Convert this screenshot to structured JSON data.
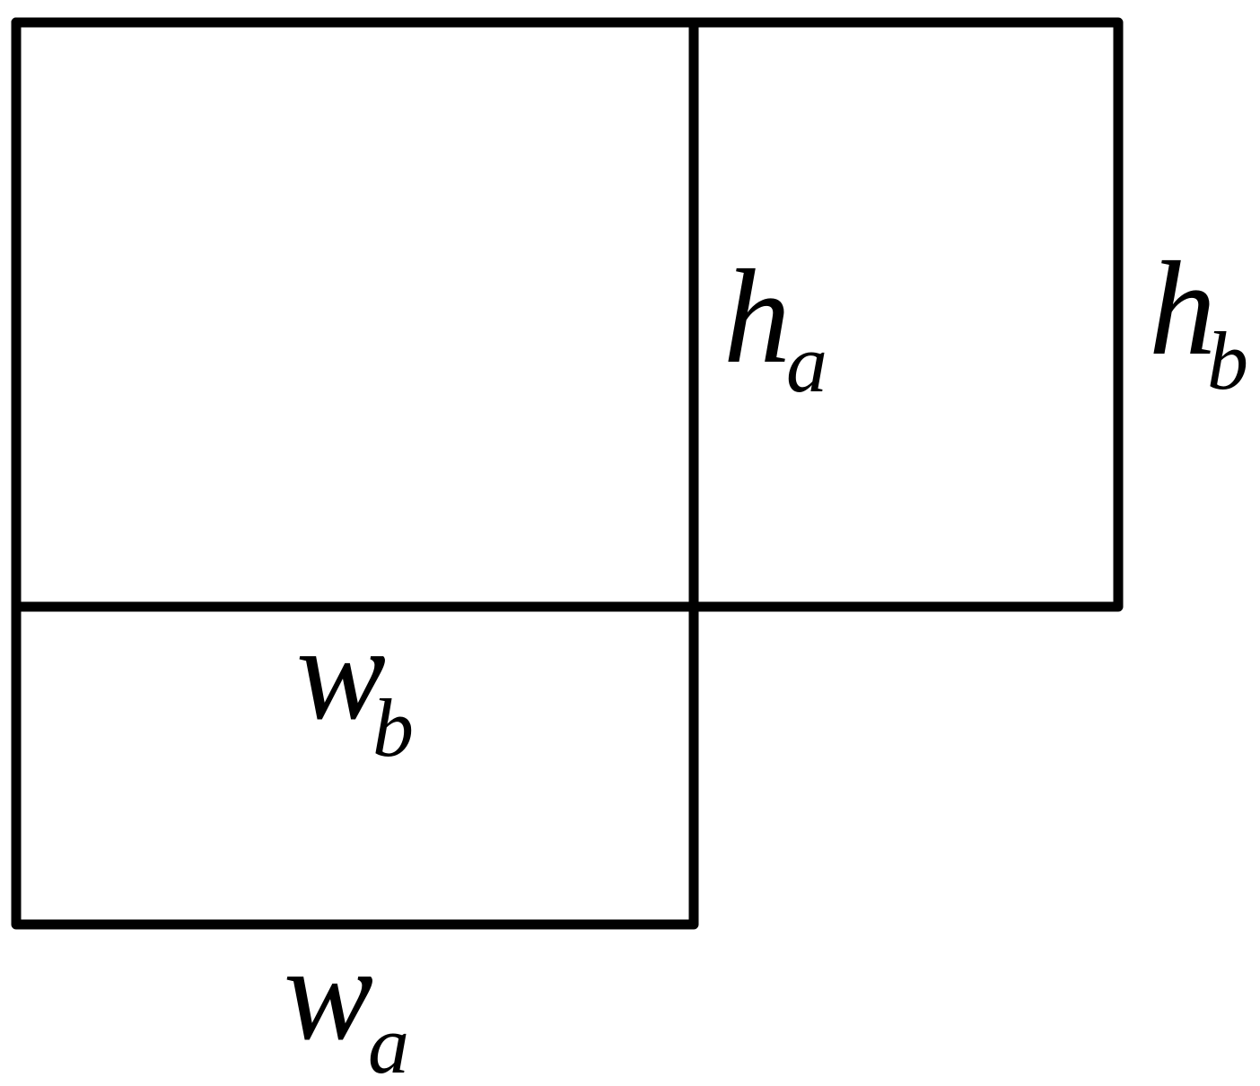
{
  "labels": {
    "h_a": {
      "main": "h",
      "sub": "a"
    },
    "h_b": {
      "main": "h",
      "sub": "b"
    },
    "w_b": {
      "main": "w",
      "sub": "b"
    },
    "w_a": {
      "main": "w",
      "sub": "a"
    }
  },
  "colors": {
    "stroke": "#000000",
    "background": "#ffffff"
  }
}
